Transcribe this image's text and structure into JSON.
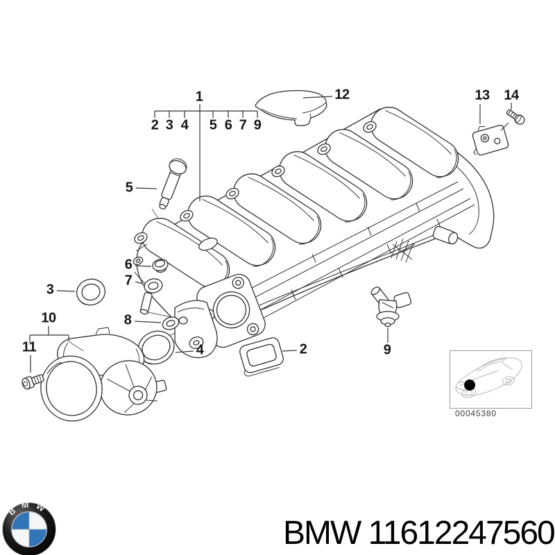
{
  "group_bracket": {
    "parent_label": "1",
    "child_labels": [
      "2",
      "3",
      "4",
      "5",
      "6",
      "7",
      "9"
    ]
  },
  "callouts": {
    "n1": "1",
    "n2": "2",
    "n3": "3",
    "n4": "4",
    "n5": "5",
    "n6": "6",
    "n7": "7",
    "n8": "8",
    "n9": "9",
    "n10": "10",
    "n11": "11",
    "n12": "12",
    "n13": "13",
    "n14": "14"
  },
  "thumbnail": {
    "code": "00045380"
  },
  "footer": {
    "brand": "BMW",
    "part_number": "11612247560",
    "logo_text": "BMW"
  },
  "colors": {
    "line": "#333333",
    "bmw_blue": "#3373b8",
    "thumb_border": "#999999",
    "thumb_line": "#b5b5b5",
    "location_dot": "#000000",
    "background": "#ffffff"
  }
}
